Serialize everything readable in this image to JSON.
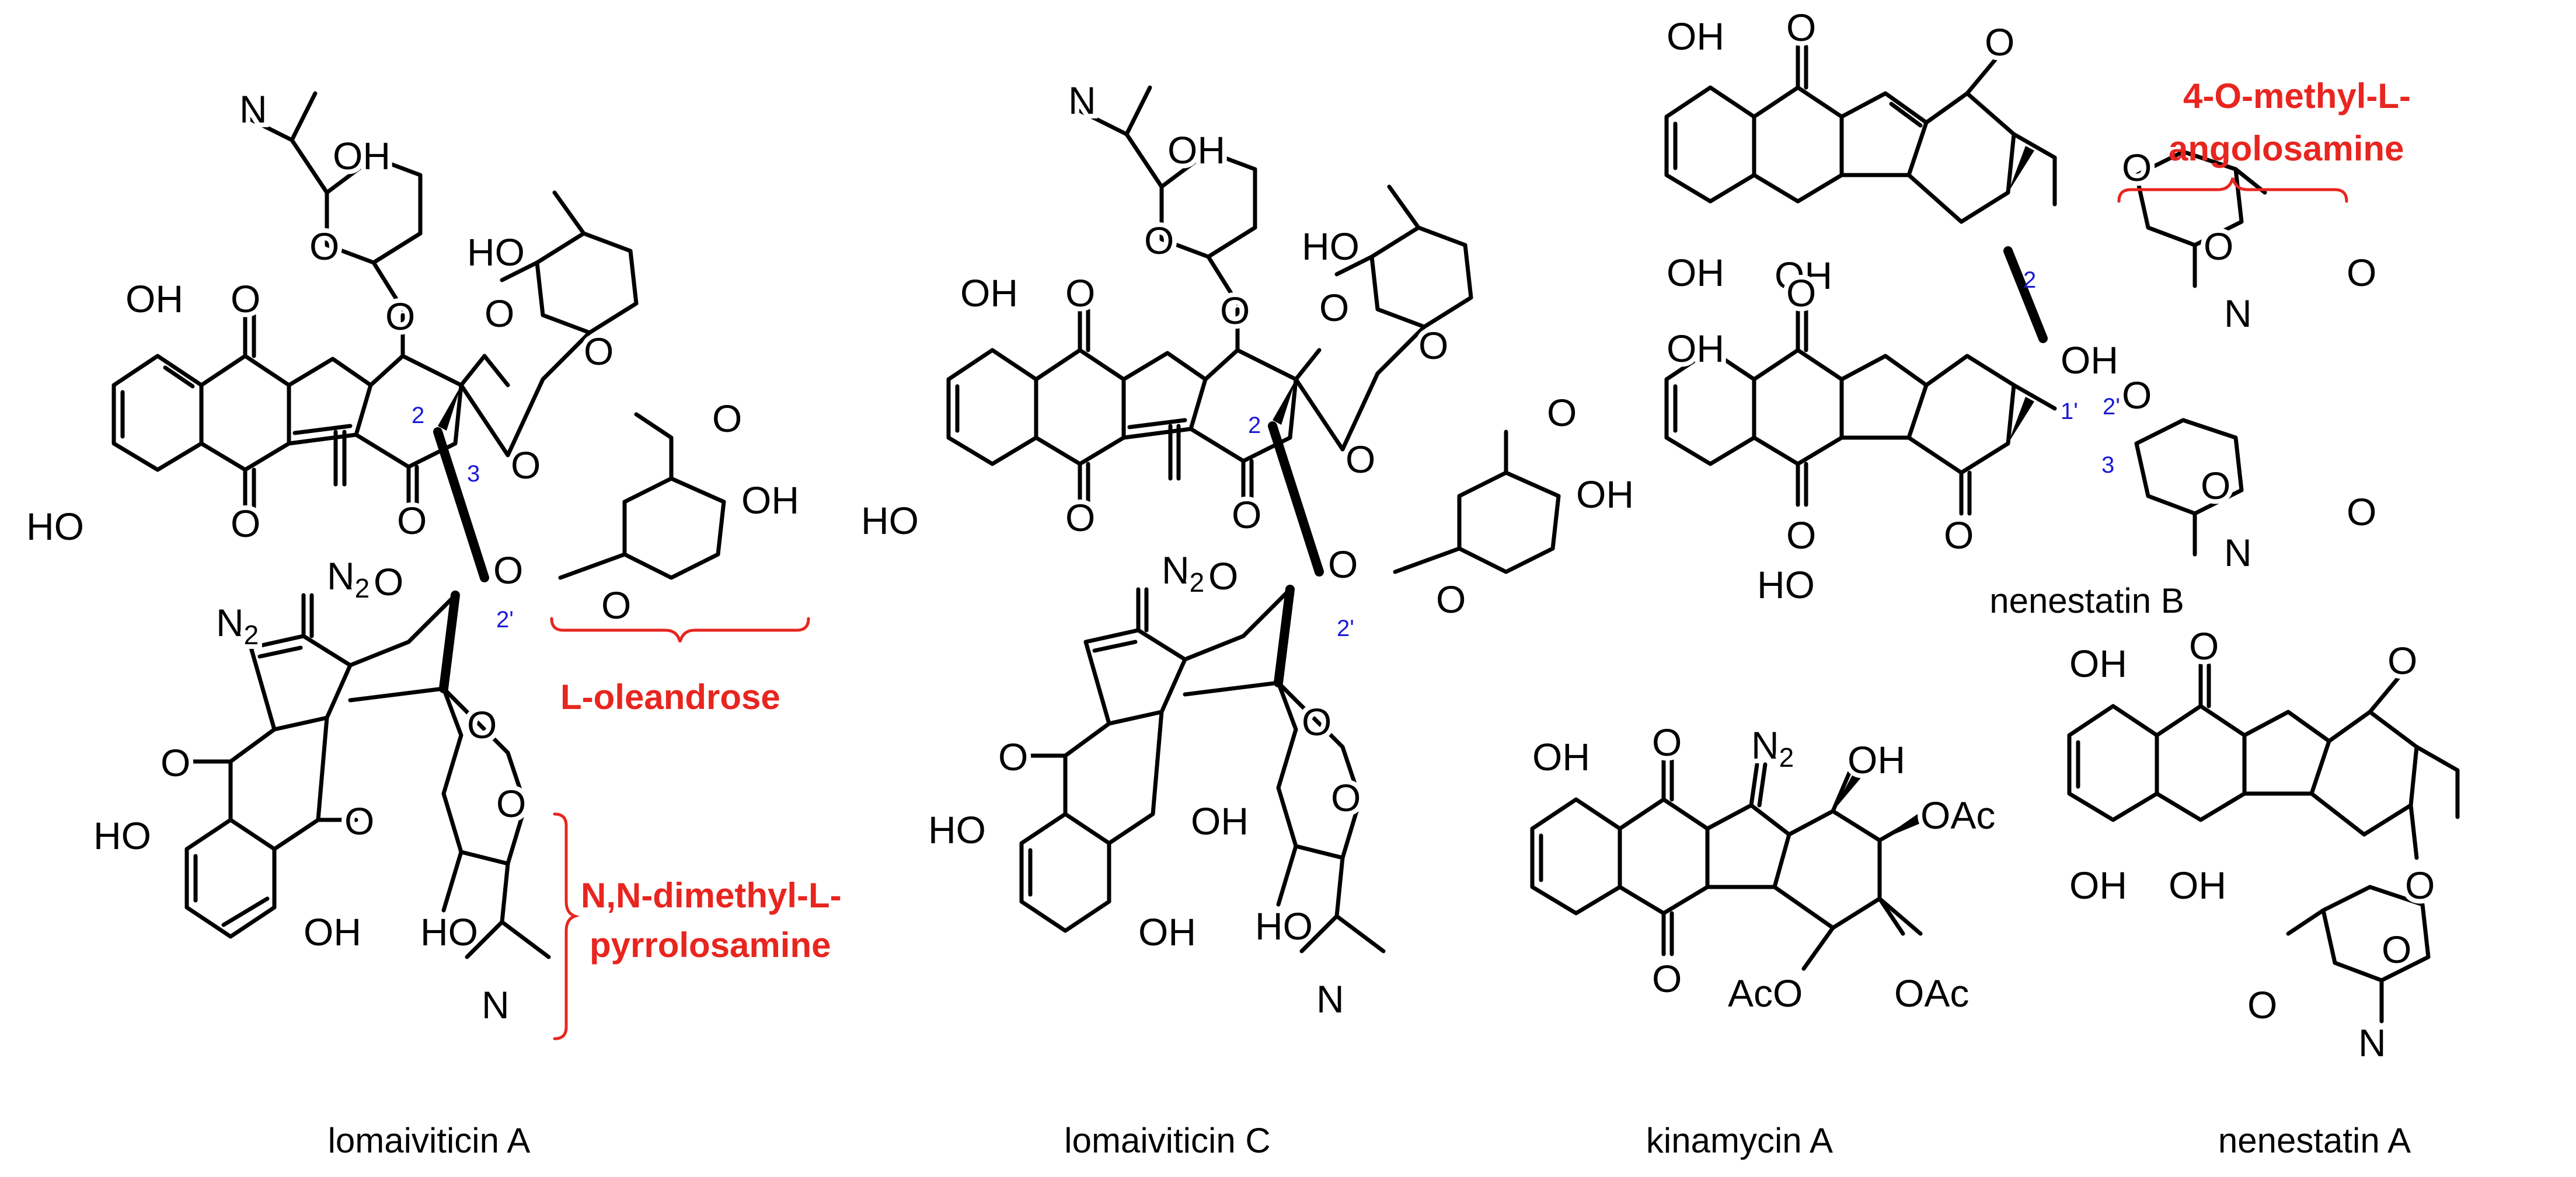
{
  "compounds": [
    {
      "name": "lomaiviticin A",
      "sugar_labels": [
        "L-oleandrose",
        "N,N-dimethyl-L-",
        "pyrrolosamine"
      ]
    },
    {
      "name": "lomaiviticin C"
    },
    {
      "name": "nenestatin B",
      "sugar_labels": [
        "4-O-methyl-L-",
        "angolosamine"
      ]
    },
    {
      "name": "kinamycin A"
    },
    {
      "name": "nenestatin A"
    }
  ],
  "atom_labels": {
    "OH": "OH",
    "HO": "HO",
    "O": "O",
    "N": "N",
    "N2": "N2",
    "OAc": "OAc",
    "AcO": "AcO"
  },
  "position_labels": {
    "p2": "2",
    "p3": "3",
    "p2p": "2'",
    "p1p": "1'"
  },
  "colors": {
    "label": "#e8251f",
    "numbering": "#1a1ad6",
    "bond": "#000000"
  }
}
